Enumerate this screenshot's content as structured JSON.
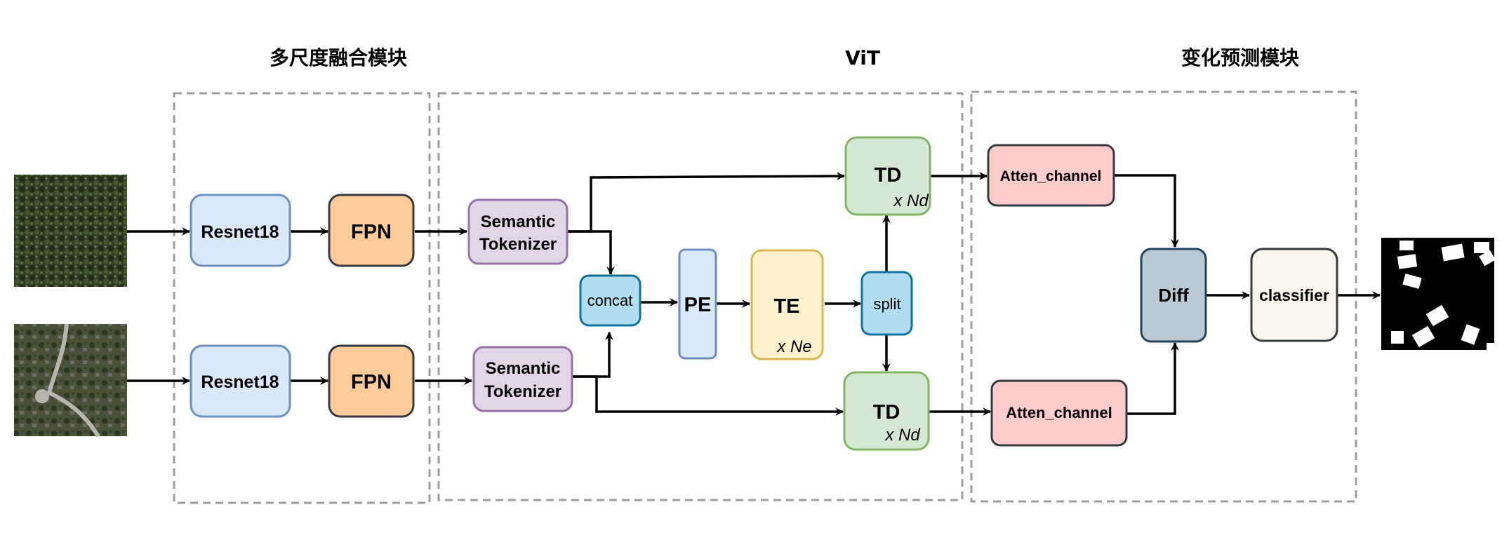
{
  "sections": {
    "multiscale": "多尺度融合模块",
    "vit": "ViT",
    "change": "变化预测模块"
  },
  "nodes": {
    "resnet_top": "Resnet18",
    "resnet_bottom": "Resnet18",
    "fpn_top": "FPN",
    "fpn_bottom": "FPN",
    "tok_top_line1": "Semantic",
    "tok_top_line2": "Tokenizer",
    "tok_bottom_line1": "Semantic",
    "tok_bottom_line2": "Tokenizer",
    "concat": "concat",
    "pe": "PE",
    "te": "TE",
    "te_repeat": "x Ne",
    "split": "split",
    "td_top": "TD",
    "td_top_repeat": "x Nd",
    "td_bottom": "TD",
    "td_bottom_repeat": "x Nd",
    "atten_top": "Atten_channel",
    "atten_bottom": "Atten_channel",
    "diff": "Diff",
    "classifier": "classifier"
  },
  "colors": {
    "blue_fill": "#dae8fc",
    "blue_stroke": "#6c8ebf",
    "orange_fill": "#ffcc99",
    "orange_stroke": "#36393d",
    "purple_fill": "#e1d5e7",
    "purple_stroke": "#9673a6",
    "cyan_fill": "#b1ddf0",
    "cyan_stroke": "#10739e",
    "yellow_fill": "#fff2cc",
    "yellow_stroke": "#d6b656",
    "green_fill": "#d5e8d4",
    "green_stroke": "#82b366",
    "red_fill": "#ffcccc",
    "red_stroke": "#36393d",
    "grey_fill": "#bac8d3",
    "grey_stroke": "#23445d",
    "cream_fill": "#f9f7ed",
    "cream_stroke": "#36393d"
  }
}
